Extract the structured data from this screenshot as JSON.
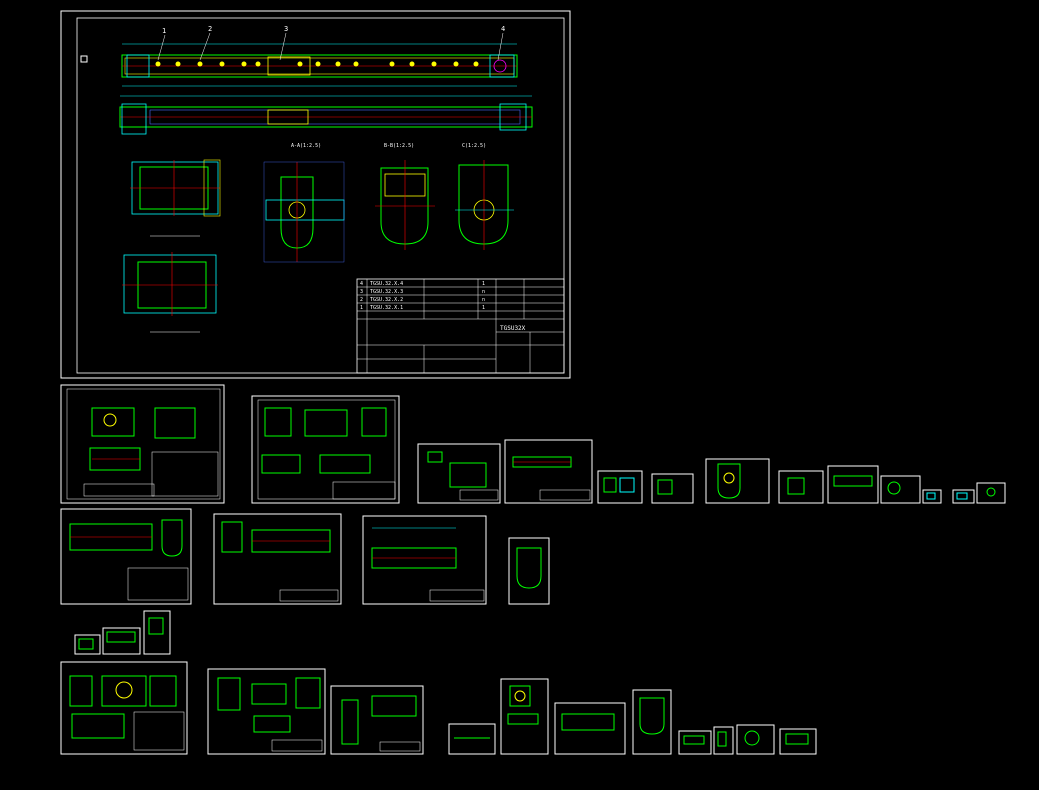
{
  "app": {
    "name": ""
  },
  "main_sheet": {
    "item_numbers": [
      "1",
      "2",
      "3",
      "4"
    ],
    "section_labels": [
      "A-A(1:2.5)",
      "B-B(1:2.5)",
      "C(1:2.5)"
    ],
    "bom_rows": [
      {
        "no": "4",
        "code": "TGSU.32.X.4",
        "name": "",
        "qty": "1"
      },
      {
        "no": "3",
        "code": "TGSU.32.X.3",
        "name": "",
        "qty": "n"
      },
      {
        "no": "2",
        "code": "TGSU.32.X.2",
        "name": "",
        "qty": "n"
      },
      {
        "no": "1",
        "code": "TGSU.32.X.1",
        "name": "",
        "qty": "1"
      }
    ],
    "title_block_name": "TGSU32X"
  },
  "colors": {
    "background": "#000000",
    "frame": "#ffffff",
    "line_green": "#00ff00",
    "line_yellow": "#ffff00",
    "line_red": "#ff0000",
    "line_cyan": "#00ffff",
    "line_blue": "#4a6cff",
    "line_magenta": "#ff00ff"
  }
}
